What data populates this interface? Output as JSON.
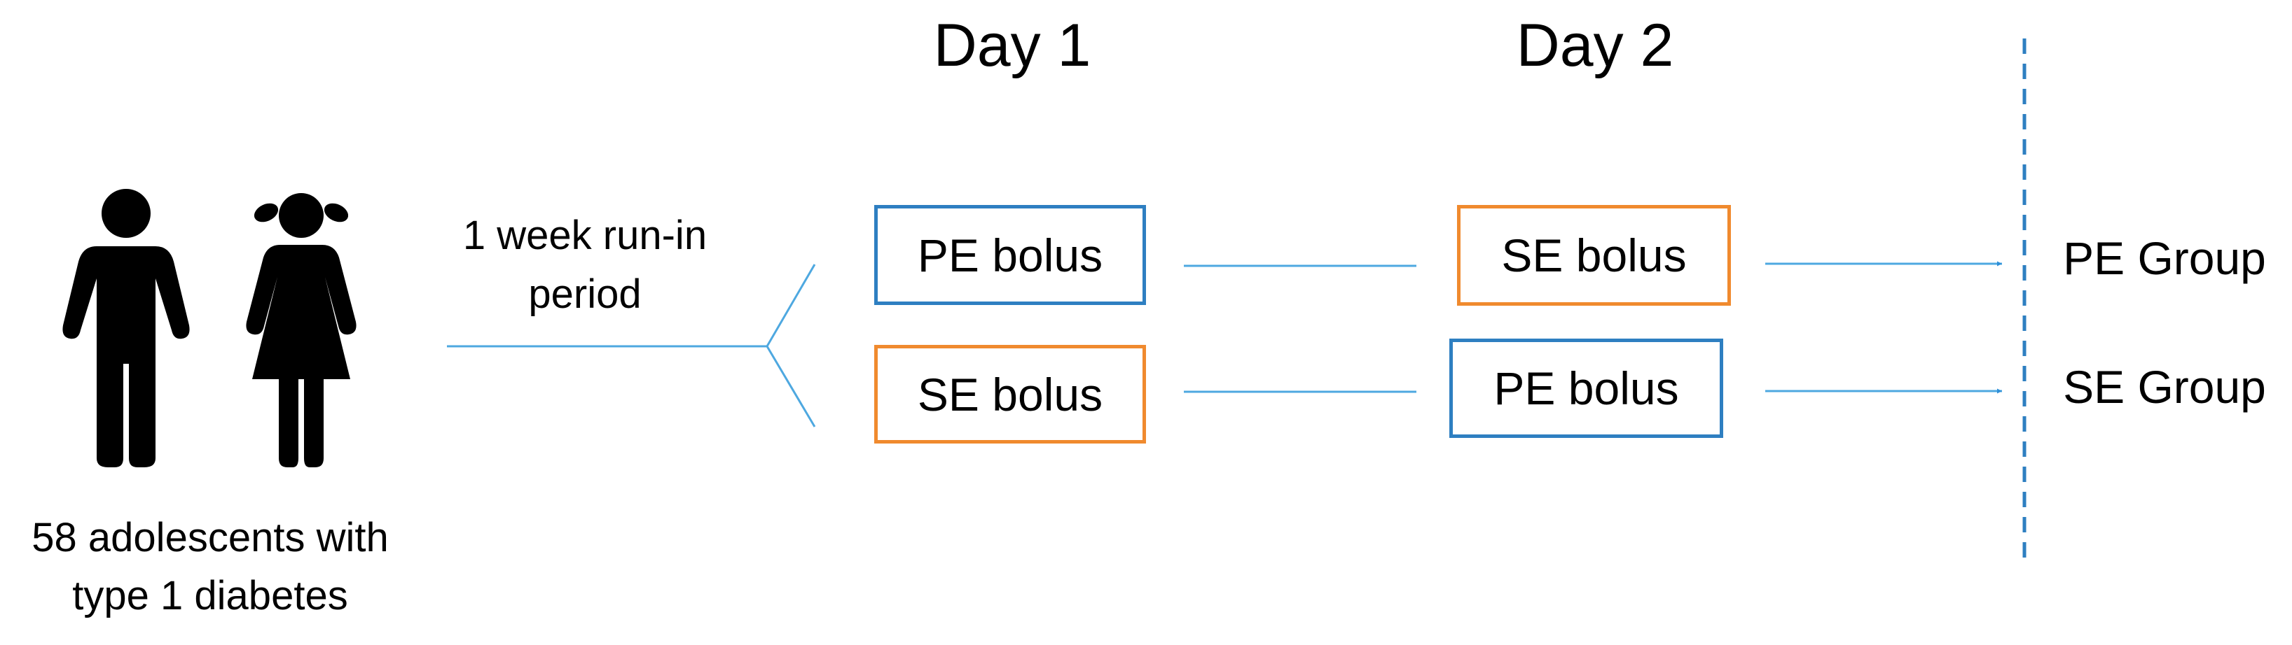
{
  "headers": {
    "day1": "Day 1",
    "day2": "Day 2"
  },
  "participants": {
    "caption_line1": "58 adolescents with",
    "caption_line2": "type 1 diabetes",
    "icons": [
      "male-figure-icon",
      "female-figure-icon"
    ]
  },
  "run_in": {
    "line1": "1 week run-in",
    "line2": "period"
  },
  "arms": [
    {
      "day1": {
        "label": "PE bolus",
        "color": "#2E7FC1"
      },
      "day2": {
        "label": "SE bolus",
        "color": "#F08A2E"
      },
      "group": "PE Group"
    },
    {
      "day1": {
        "label": "SE bolus",
        "color": "#F08A2E"
      },
      "day2": {
        "label": "PE bolus",
        "color": "#2E7FC1"
      },
      "group": "SE Group"
    }
  ],
  "colors": {
    "connector": "#4EA8E0",
    "divider": "#2E7FC1",
    "blue_box": "#2E7FC1",
    "orange_box": "#F08A2E"
  }
}
